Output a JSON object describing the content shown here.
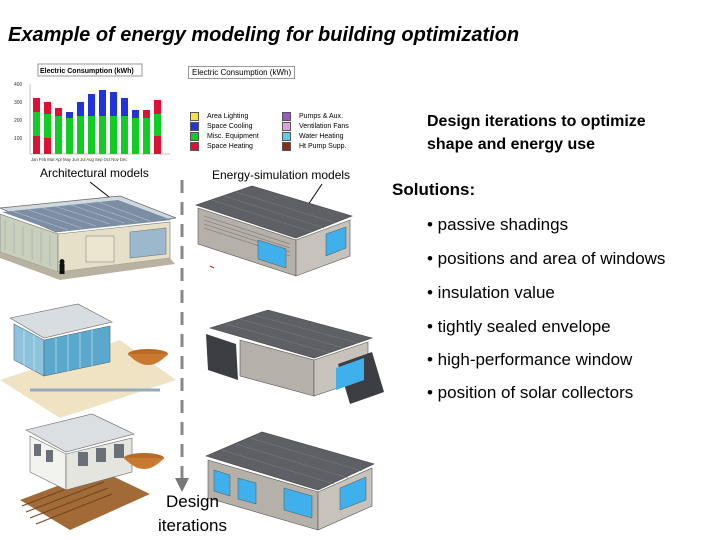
{
  "title": "Example of energy modeling for building optimization",
  "chart": {
    "title": "Electric Consumption (kWh)",
    "yticks": [
      "400",
      "300",
      "200",
      "100"
    ],
    "months": [
      "Jan",
      "Feb",
      "Mar",
      "Apr",
      "May",
      "Jun",
      "Jul",
      "Aug",
      "Sep",
      "Oct",
      "Nov",
      "Dec"
    ],
    "months_label": "Jan Feb Mar Apr May Jun Jul Aug Sep Oct Nov Dec",
    "colors": {
      "blue": "#2233dd",
      "green": "#11cc22",
      "red": "#dd1133"
    }
  },
  "legend": {
    "title": "Electric Consumption (kWh)",
    "items": [
      {
        "label": "Area Lighting",
        "color": "#f5e23c"
      },
      {
        "label": "Space Cooling",
        "color": "#2233dd"
      },
      {
        "label": "Misc. Equipment",
        "color": "#11cc22"
      },
      {
        "label": "Space Heating",
        "color": "#dd1133"
      },
      {
        "label": "Pumps & Aux.",
        "color": "#a055d0"
      },
      {
        "label": "Ventilation Fans",
        "color": "#e0a0e0"
      },
      {
        "label": "Water Heating",
        "color": "#60c8e8"
      },
      {
        "label": "Ht Pump Supp.",
        "color": "#8b2a1a"
      }
    ]
  },
  "labels": {
    "architectural": "Architectural models",
    "energy_sim": "Energy-simulation models",
    "design_line1": "Design iterations to optimize",
    "design_line2": "shape and energy use",
    "design_iter_line1": "Design",
    "design_iter_line2": "iterations"
  },
  "solutions": {
    "title": "Solutions:",
    "items": [
      "• passive shadings",
      "• positions and area of windows",
      "• insulation value",
      "• tightly sealed envelope",
      "• high-performance window",
      "• position of solar collectors"
    ]
  }
}
